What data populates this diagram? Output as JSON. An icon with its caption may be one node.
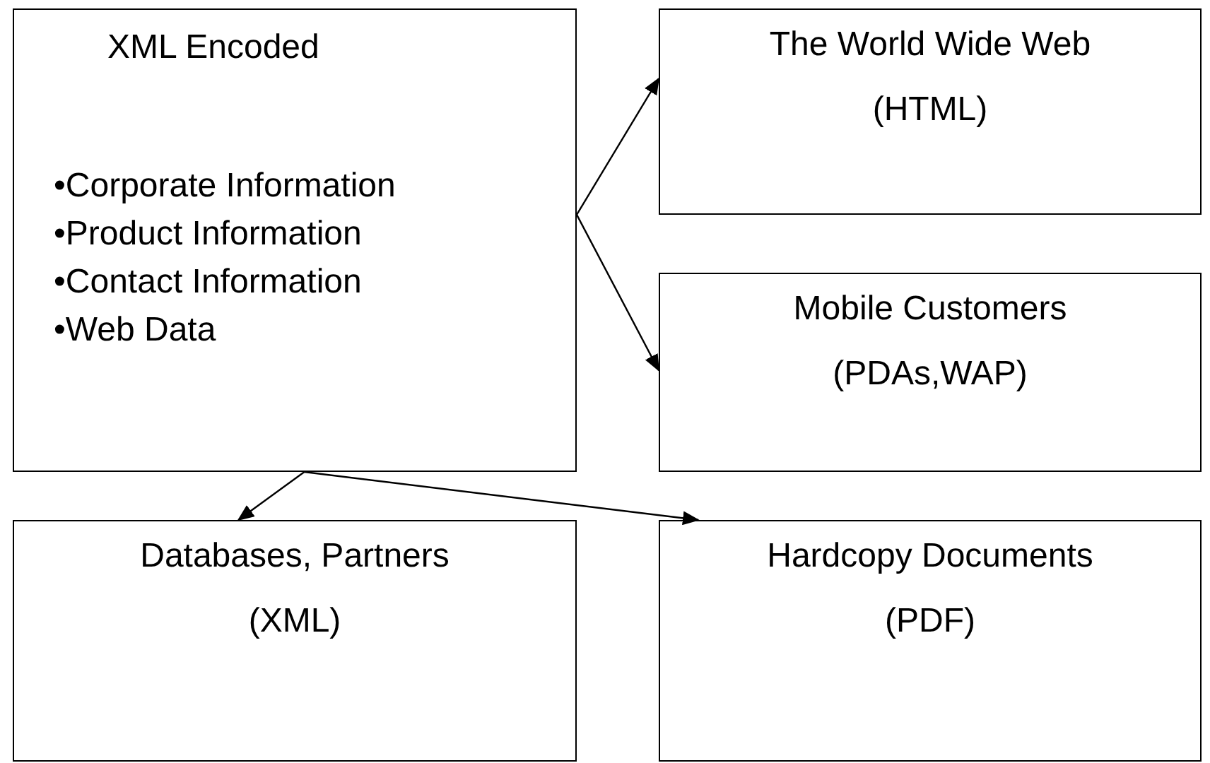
{
  "diagram": {
    "nodes": [
      {
        "text": [
          "XML Encoded",
          "•Corporate Information",
          "•Product Information",
          "•Contact Information",
          "•Web Data"
        ]
      },
      {
        "text": [
          "The World Wide Web",
          "(HTML)"
        ]
      },
      {
        "text": [
          "Mobile Customers",
          "(PDAs,WAP)"
        ]
      },
      {
        "text": [
          "Databases, Partners",
          "(XML)"
        ]
      },
      {
        "text": [
          "Hardcopy Documents",
          "(PDF)"
        ]
      }
    ],
    "edges": [
      {
        "from": 0,
        "to": 1,
        "arrow": "to"
      },
      {
        "from": 0,
        "to": 2,
        "arrow": "to"
      },
      {
        "from": 0,
        "to": 3,
        "arrow": "to"
      },
      {
        "from": 0,
        "to": 4,
        "arrow": "to"
      }
    ]
  }
}
